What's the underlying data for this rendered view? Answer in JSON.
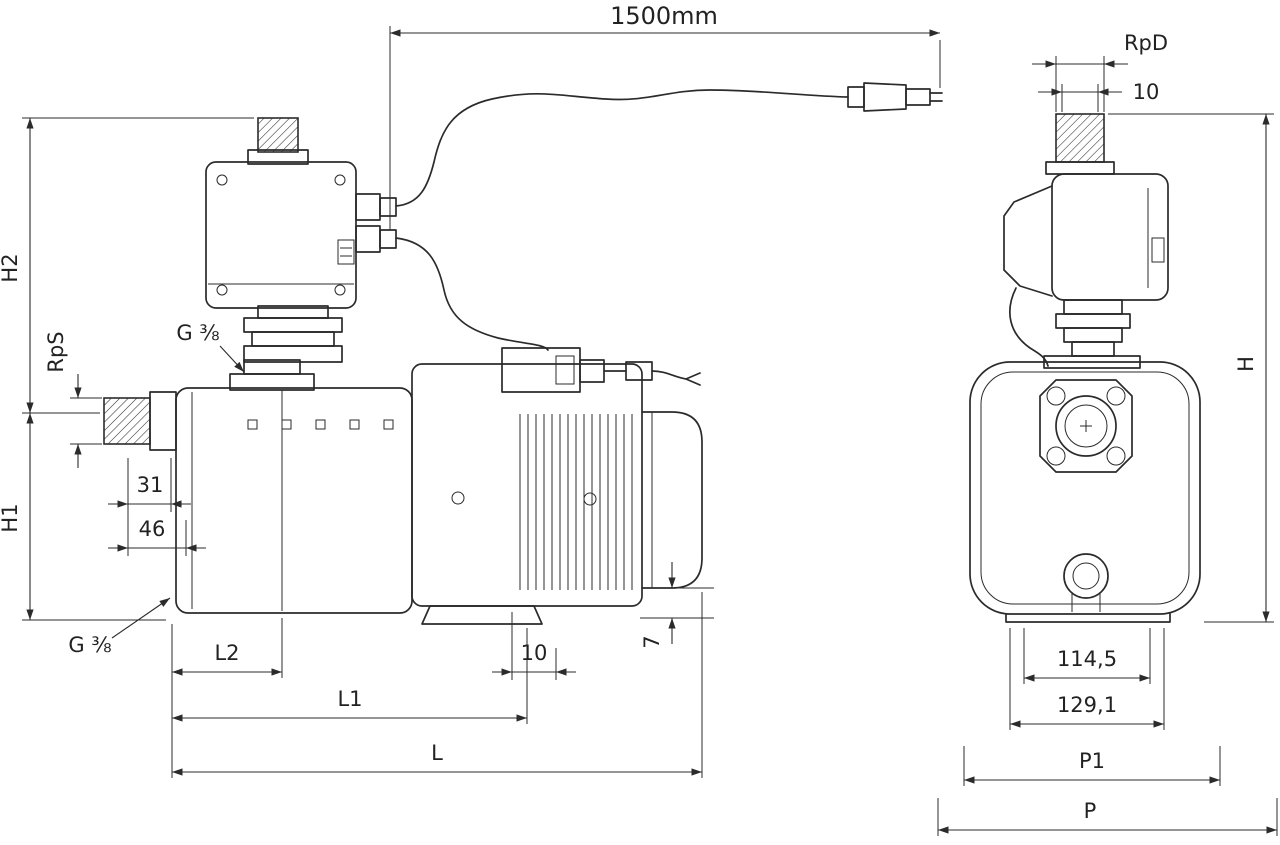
{
  "labels": {
    "cable_length": "1500mm",
    "h2": "H2",
    "h1": "H1",
    "rps": "RpS",
    "g38_top": "G ⅜",
    "g38_bottom": "G ⅜",
    "offset_31": "31",
    "offset_46": "46",
    "l2": "L2",
    "l1": "L1",
    "l": "L",
    "gap_10_side": "10",
    "gap_7": "7",
    "rpd": "RpD",
    "thread_10": "10",
    "h": "H",
    "width_114_5": "114,5",
    "width_129_1": "129,1",
    "p1": "P1",
    "p": "P"
  },
  "colors": {
    "line": "#2b2b2b",
    "background": "#ffffff"
  }
}
